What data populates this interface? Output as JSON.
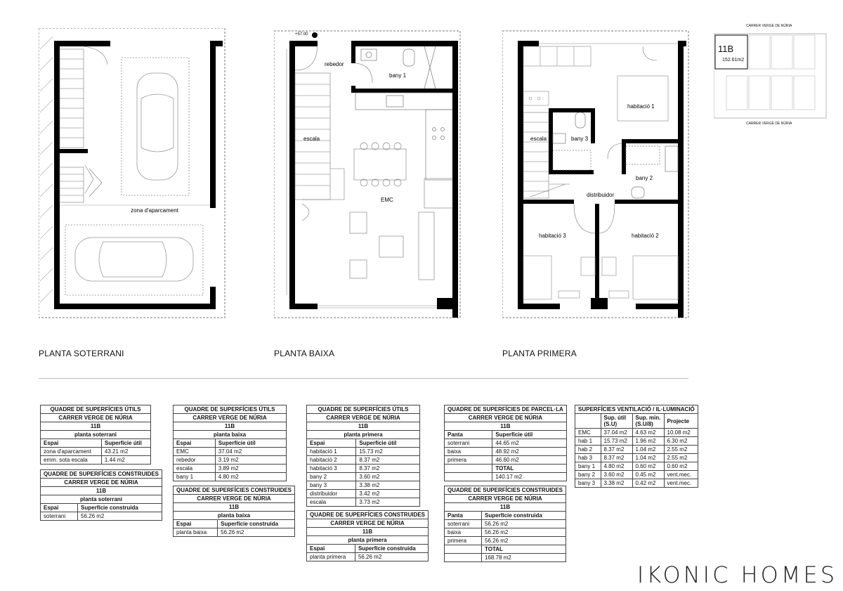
{
  "plans": {
    "soterrani": {
      "title": "PLANTA SOTERRANI",
      "zona": "zona d'aparcament"
    },
    "baixa": {
      "title": "PLANTA BAIXA",
      "level": "+57.00",
      "rebedor": "rebedor",
      "bany1": "bany 1",
      "escala": "escala",
      "emc": "EMC"
    },
    "primera": {
      "title": "PLANTA PRIMERA",
      "hab1": "habitació 1",
      "escala": "escala",
      "bany3": "bany 3",
      "bany2": "bany 2",
      "distribuidor": "distribuidor",
      "hab3": "habitació 3",
      "hab2": "habitació 2"
    }
  },
  "keyplan": {
    "street_top": "CARRER VERGE DE NÚRIA",
    "street_bottom": "CARRER VERGE DE NÚRIA",
    "unit": "11B",
    "area": "152.61m2"
  },
  "tables": {
    "s1": {
      "t1": "QUADRE DE SUPERFÍCIES ÚTILS",
      "t2": "CARRER VERGE DE NÚRIA",
      "t3": "11B",
      "t4": "planta soterrani",
      "c1": "Espai",
      "c2": "Superfície útil",
      "rows": [
        [
          "zona d'aparcament",
          "43.21 m2"
        ],
        [
          "emm. sota escala",
          "1.44 m2"
        ]
      ]
    },
    "s2": {
      "t1": "QUADRE DE SUPERFÍCIES CONSTRUIDES",
      "t2": "CARRER VERGE DE NÚRIA",
      "t3": "11B",
      "t4": "planta soterrani",
      "c1": "Espai",
      "c2": "Superfície construida",
      "rows": [
        [
          "soterrani",
          "56.26 m2"
        ]
      ]
    },
    "b1": {
      "t1": "QUADRE DE SUPERFÍCIES ÚTILS",
      "t2": "CARRER VERGE DE NÚRIA",
      "t3": "11B",
      "t4": "planta baixa",
      "c1": "Espai",
      "c2": "Superfície útil",
      "rows": [
        [
          "EMC",
          "37.04 m2"
        ],
        [
          "rebedor",
          "3.19 m2"
        ],
        [
          "escala",
          "3.89 m2"
        ],
        [
          "bany 1",
          "4.80 m2"
        ]
      ]
    },
    "b2": {
      "t1": "QUADRE DE SUPERFÍCIES CONSTRUIDES",
      "t2": "CARRER VERGE DE NÚRIA",
      "t3": "11B",
      "t4": "planta baixa",
      "c1": "Espai",
      "c2": "Superfície construida",
      "rows": [
        [
          "planta baixa",
          "56.26 m2"
        ]
      ]
    },
    "p1": {
      "t1": "QUADRE DE SUPERFÍCIES ÚTILS",
      "t2": "CARRER VERGE DE NÚRIA",
      "t3": "11B",
      "t4": "planta primera",
      "c1": "Espai",
      "c2": "Superfície útil",
      "rows": [
        [
          "habitació 1",
          "15.73 m2"
        ],
        [
          "habitació 2",
          "8.37 m2"
        ],
        [
          "habitació 3",
          "8.37 m2"
        ],
        [
          "bany 2",
          "3.60 m2"
        ],
        [
          "bany 3",
          "3.38 m2"
        ],
        [
          "distribuidor",
          "3.42 m2"
        ],
        [
          "escala",
          "3.73 m2"
        ]
      ]
    },
    "p2": {
      "t1": "QUADRE DE SUPERFÍCIES CONSTRUIDES",
      "t2": "CARRER VERGE DE NÚRIA",
      "t3": "11B",
      "t4": "planta primera",
      "c1": "Espai",
      "c2": "Superfície construida",
      "rows": [
        [
          "planta primera",
          "56.26 m2"
        ]
      ]
    },
    "pa1": {
      "t1": "QUADRE DE SUPERFÍCIES DE PARCEL·LA",
      "t2": "CARRER VERGE DE NÚRIA",
      "t3": "11B",
      "c1": "Panta",
      "c2": "Superfície útil",
      "rows": [
        [
          "soterrani",
          "44.65 m2"
        ],
        [
          "baixa",
          "48.92 m2"
        ],
        [
          "primera",
          "46.60 m2"
        ]
      ],
      "total_label": "TOTAL",
      "total": "140.17 m2"
    },
    "pa2": {
      "t1": "QUADRE DE SUPERFÍCIES CONSTRUIDES",
      "t2": "CARRER VERGE DE NÚRIA",
      "t3": "11B",
      "c1": "Panta",
      "c2": "Superfície construida",
      "rows": [
        [
          "soterrani",
          "56.26 m2"
        ],
        [
          "baixa",
          "56.26 m2"
        ],
        [
          "primera",
          "56.26 m2"
        ]
      ],
      "total_label": "TOTAL",
      "total": "168.78 m2"
    },
    "v": {
      "t1": "SUPERFÍCIES VENTILACIÓ / IL·LUMINACIÓ",
      "c1": "Sup. útil (S.U)",
      "c2": "Sup. min. (S.U/8)",
      "c3": "Projecte",
      "rows": [
        [
          "EMC",
          "37.04 m2",
          "4.63 m2",
          "10.08 m2"
        ],
        [
          "hab 1",
          "15.73 m2",
          "1.96 m2",
          "6.30 m2"
        ],
        [
          "hab 2",
          "8.37 m2",
          "1.04 m2",
          "2.55 m2"
        ],
        [
          "hab 3",
          "8.37 m2",
          "1.04 m2",
          "2.55 m2"
        ],
        [
          "bany 1",
          "4.80 m2",
          "0.60 m2",
          "0.60 m2"
        ],
        [
          "bany 2",
          "3.60 m2",
          "0.45 m2",
          "vent.mec."
        ],
        [
          "bany 3",
          "3.38 m2",
          "0.42 m2",
          "vent.mec."
        ]
      ]
    }
  },
  "brand": "IKONIC HOMES"
}
